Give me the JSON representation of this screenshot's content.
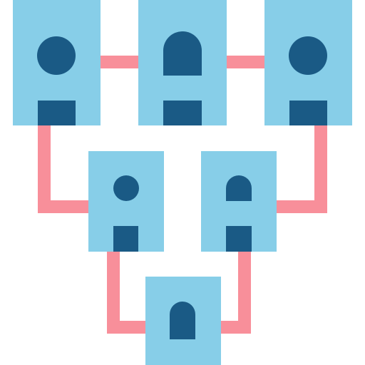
{
  "icon": {
    "name": "family-tree-icon",
    "colors": {
      "card": "#87CEE8",
      "figure": "#1A5A85",
      "connector": "#F88F9A",
      "background": "#FFFFFF"
    },
    "members": [
      {
        "id": "top-left",
        "figure": "round-head"
      },
      {
        "id": "top-center",
        "figure": "arched-head"
      },
      {
        "id": "top-right",
        "figure": "round-head"
      },
      {
        "id": "middle-left",
        "figure": "round-head"
      },
      {
        "id": "middle-right",
        "figure": "arched-head"
      },
      {
        "id": "bottom-center",
        "figure": "arched-head"
      }
    ]
  }
}
